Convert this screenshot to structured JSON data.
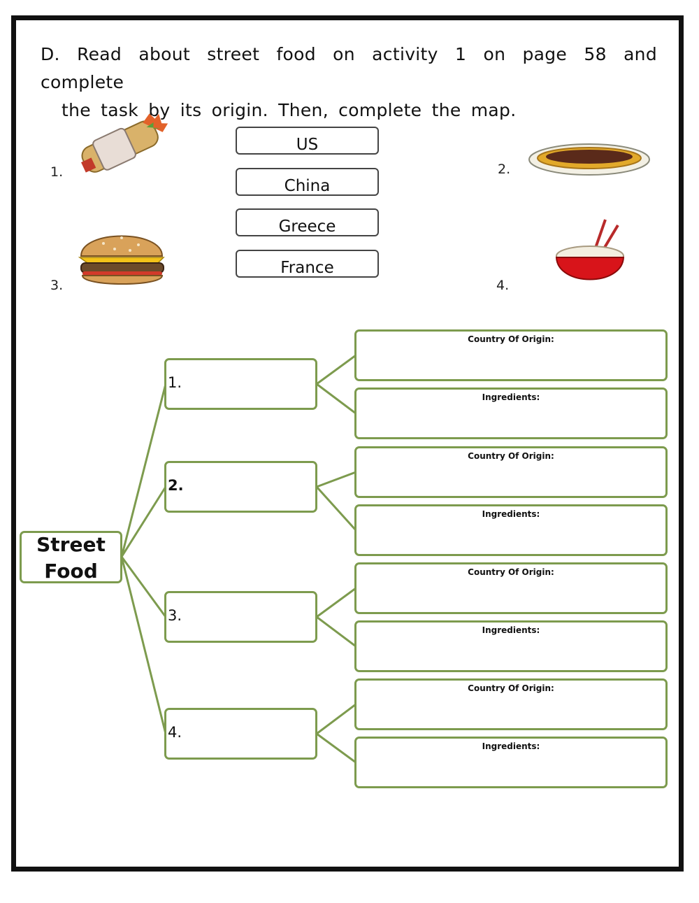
{
  "instruction": {
    "line1": "D. Read about street food on activity 1 on page 58 and complete",
    "line2": "the task by its origin. Then, complete the map."
  },
  "pictures": [
    {
      "number": "1.",
      "icon": "wrap-icon"
    },
    {
      "number": "2.",
      "icon": "pizza-plate-icon"
    },
    {
      "number": "3.",
      "icon": "burger-icon"
    },
    {
      "number": "4.",
      "icon": "noodle-bowl-icon"
    }
  ],
  "choices": [
    "US",
    "China",
    "Greece",
    "France"
  ],
  "map": {
    "root": "Street\nFood",
    "branches": [
      {
        "label": "1."
      },
      {
        "label": "2."
      },
      {
        "label": "3."
      },
      {
        "label": "4."
      }
    ],
    "origin_label": "Country Of Origin:",
    "ingredients_label": "Ingredients:"
  },
  "colors": {
    "branch": "#7d9b4e",
    "frame": "#111111"
  }
}
